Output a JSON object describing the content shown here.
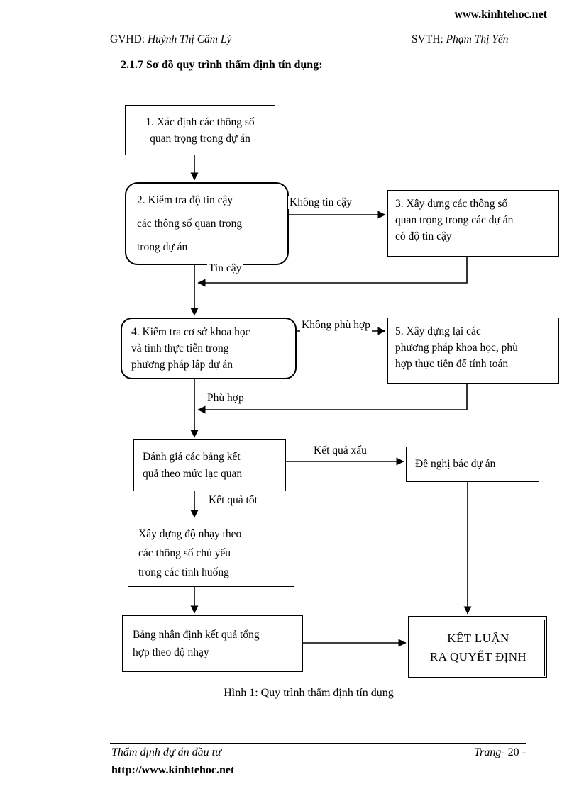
{
  "page": {
    "site_top": "www.kinhtehoc.net",
    "header": {
      "gvhd_label": "GVHD:",
      "gvhd_name": " Huỳnh Thị Cẩm Lý",
      "svth_label": "SVTH:",
      "svth_name": " Phạm Thị Yến"
    },
    "section_title": "2.1.7 Sơ đồ quy trình thẩm định tín dụng:",
    "caption": "Hình 1: Quy trình thẩm định tín dụng",
    "footer": {
      "left_text": "Thẩm định dự án đầu tư",
      "page_label": "Trang",
      "page_number": "- 20 -",
      "url": "http://www.kinhtehoc.net"
    }
  },
  "flowchart": {
    "boxes": {
      "step1": "1. Xác định các thông số\nquan trọng trong dự án",
      "step2": "2. Kiểm tra độ tin cậy\ncác thông số quan trọng\ntrong dự án",
      "step3": "3. Xây dựng các thông số\nquan trọng trong các dự án\ncó độ tin cậy",
      "step4": "4. Kiểm tra cơ sở khoa học\nvà tính thực tiễn trong\nphương pháp lập dự án",
      "step5": "5. Xây dựng lại các\nphương pháp khoa học, phù\nhợp thực tiễn để tính toán",
      "evaluate": "Đánh giá các bảng kết\nquả theo mức lạc quan",
      "reject": "Đề nghị bác dự án",
      "sensitivity": "Xây dựng độ nhạy theo\ncác thông số chủ yếu\ntrong các tình huống",
      "summary": "Bảng nhận định kết quả tổng\nhợp theo độ nhạy",
      "conclusion": "KẾT LUẬN\nRA QUYẾT ĐỊNH"
    },
    "edge_labels": {
      "not_reliable": "Không tin cậy",
      "reliable": "Tin cậy",
      "not_suitable": "Không phù hợp",
      "suitable": "Phù hợp",
      "bad_result": "Kết quả xấu",
      "good_result": "Kết quả tốt"
    }
  }
}
